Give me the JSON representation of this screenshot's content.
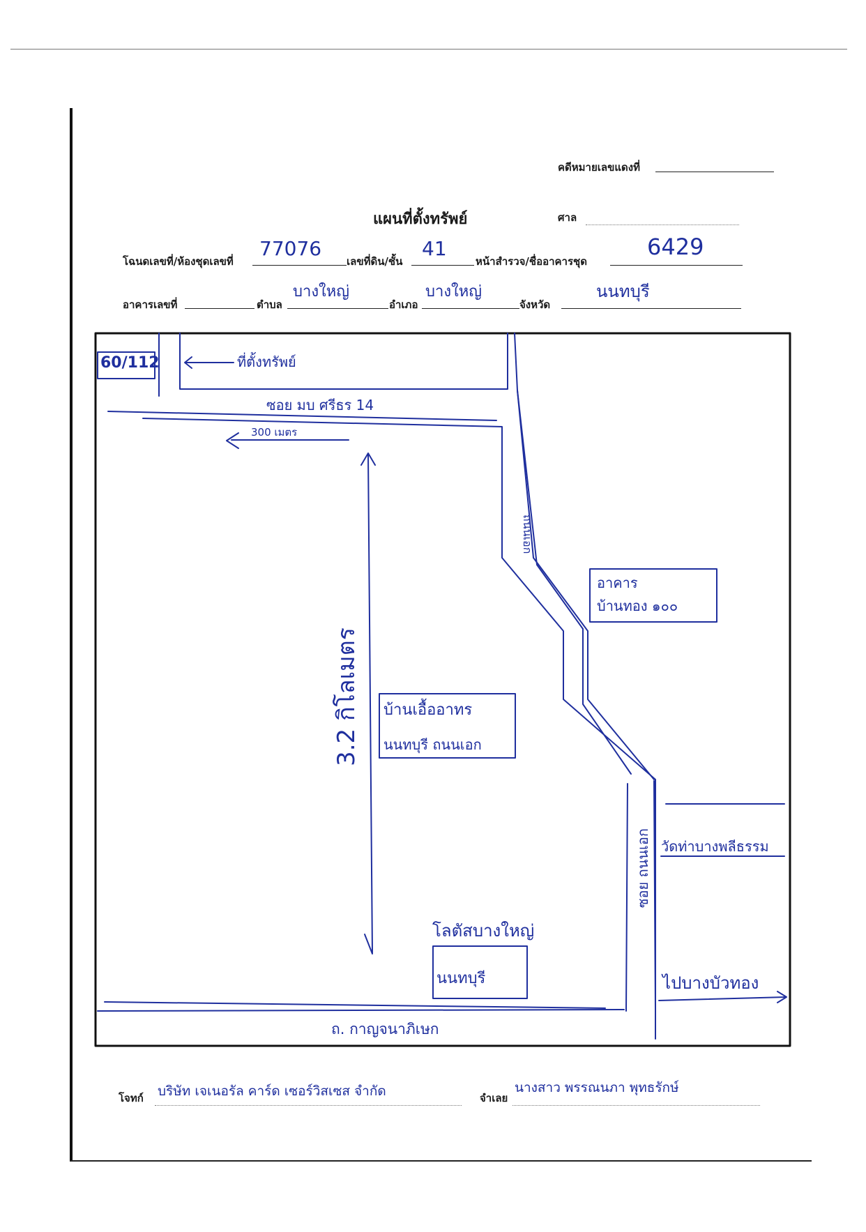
{
  "header": {
    "case_label": "คดีหมายเลขแดงที่",
    "case_value": "",
    "title": "แผนที่ตั้งทรัพย์",
    "court_label": "ศาล",
    "court_value": ""
  },
  "fields": {
    "deed_label": "โฉนดเลขที่/ห้องชุดเลขที่",
    "deed_value": "77076",
    "land_no_label": "เลขที่ดิน/ชั้น",
    "land_no_value": "41",
    "survey_label": "หน้าสำรวจ/ชื่ออาคารชุด",
    "survey_value": "6429",
    "building_label": "อาคารเลขที่",
    "building_value": "",
    "subdistrict_label": "ตำบล",
    "subdistrict_value": "บางใหญ่",
    "district_label": "อำเภอ",
    "district_value": "บางใหญ่",
    "province_label": "จังหวัด",
    "province_value": "นนทบุรี"
  },
  "map": {
    "house_no": "60/112",
    "property_label": "ที่ตั้งทรัพย์",
    "soi_top": "ซอย มบ ศรีธร 14",
    "distance": "300 เมตร",
    "road_left": "3.2 กิโลเมตร",
    "road_mid_upper": "ถนนเอก",
    "road_mid_lower": "ซอย ถนนเอก",
    "building_line1": "อาคาร",
    "building_line2": "บ้านทอง ๑๐๐",
    "village_line1": "บ้านเอื้ออาทร",
    "village_line2": "นนทบุรี ถนนเอก",
    "temple": "วัดท่าบางพลีธรรม",
    "lotus_line1": "โลตัสบางใหญ่",
    "lotus_line2": "นนทบุรี",
    "to_dest": "ไปบางบัวทอง",
    "main_road": "ถ. กาญจนาภิเษก"
  },
  "footer": {
    "plaintiff_label": "โจทก์",
    "plaintiff_value": "บริษัท เจเนอรัล คาร์ด เซอร์วิสเซส จำกัด",
    "defendant_label": "จำเลย",
    "defendant_value": "นางสาว พรรณนภา พุทธรักษ์"
  },
  "colors": {
    "ink": "#1f2f9e",
    "print": "#1a1a1a"
  }
}
